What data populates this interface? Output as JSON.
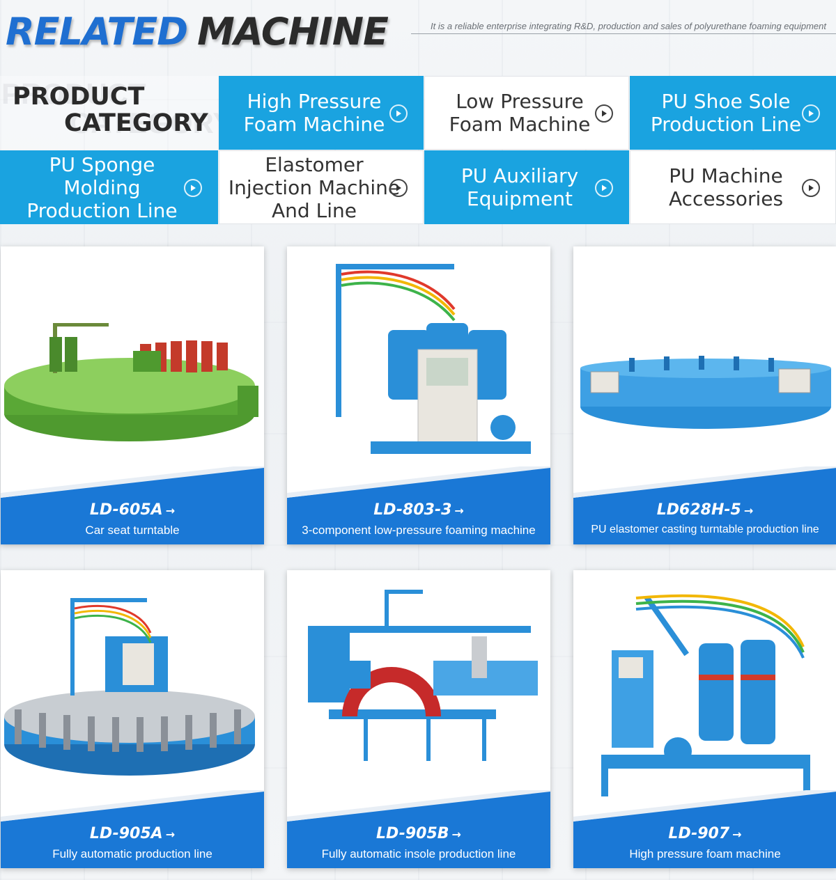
{
  "header": {
    "title_part1": "RELATED",
    "title_part2": "MACHINE",
    "tagline": "It is a reliable enterprise integrating R&D, production and sales of polyurethane foaming equipment"
  },
  "category": {
    "heading_line1": "PRODUCT",
    "heading_line2": "CATEGORY",
    "items": [
      {
        "label": "High Pressure Foam Machine"
      },
      {
        "label": "Low Pressure Foam Machine"
      },
      {
        "label": "PU Shoe Sole Production Line"
      },
      {
        "label": "PU Sponge Molding Production Line"
      },
      {
        "label": "Elastomer Injection Machine And Line"
      },
      {
        "label": "PU Auxiliary Equipment"
      },
      {
        "label": "PU Machine Accessories"
      }
    ]
  },
  "products": [
    {
      "model": "LD-605A",
      "desc": "Car seat turntable"
    },
    {
      "model": "LD-803-3",
      "desc": "3-component low-pressure foaming machine"
    },
    {
      "model": "LD628H-5",
      "desc": "PU elastomer casting turntable production line"
    },
    {
      "model": "LD-905A",
      "desc": "Fully automatic production line"
    },
    {
      "model": "LD-905B",
      "desc": "Fully automatic insole production line"
    },
    {
      "model": "LD-907",
      "desc": "High pressure foam machine"
    }
  ],
  "arrow_glyph": "→",
  "colors": {
    "brand_blue": "#1f6fd1",
    "category_blue": "#1aa3e0",
    "band_blue": "#1a78d6",
    "machine_blue": "#2a8fd8",
    "machine_green": "#63b043"
  },
  "icons": {
    "category_arrow": "circle-play-icon",
    "model_arrow": "arrow-right-icon"
  }
}
